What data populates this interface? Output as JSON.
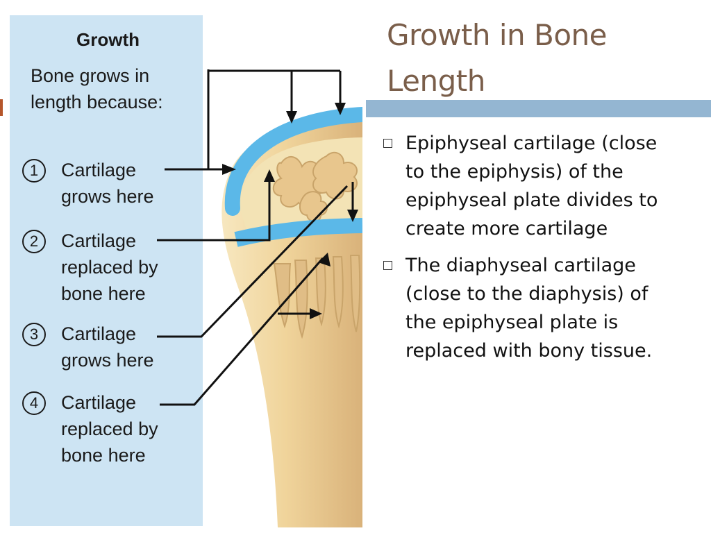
{
  "slide": {
    "title": "Growth in Bone Length",
    "bullets": [
      "Epiphyseal cartilage (close to the epiphysis) of the epiphyseal plate divides to create more cartilage",
      "The diaphyseal cartilage (close to the diaphysis) of the epiphyseal plate is replaced with bony tissue."
    ]
  },
  "figure": {
    "heading": "Growth",
    "intro_lines": [
      "Bone grows in",
      "length because:"
    ],
    "steps": [
      {
        "num": "1",
        "lines": [
          "Cartilage",
          "grows here"
        ]
      },
      {
        "num": "2",
        "lines": [
          "Cartilage",
          "replaced by",
          "bone here"
        ]
      },
      {
        "num": "3",
        "lines": [
          "Cartilage",
          "grows here"
        ]
      },
      {
        "num": "4",
        "lines": [
          "Cartilage",
          "replaced by",
          "bone here"
        ]
      }
    ]
  },
  "colors": {
    "title": "#7a5e4a",
    "rule": "#94b6d2",
    "panel": "#cde4f3",
    "cartilage": "#5bb8e8",
    "bone": "#f2dcaa",
    "spongy": "#e4c28a"
  }
}
